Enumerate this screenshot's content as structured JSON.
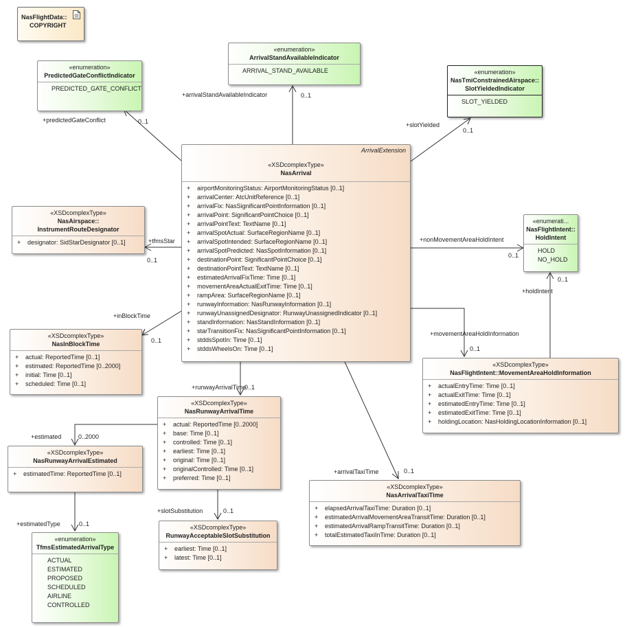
{
  "note": {
    "name": "NasFlightData::",
    "sub": "COPYRIGHT",
    "icon": "note-document-icon"
  },
  "classes": {
    "predicted_gate": {
      "stereotype": "«enumeration»",
      "name": "PredictedGateConflictIndicator",
      "literals": [
        "PREDICTED_GATE_CONFLICT"
      ]
    },
    "arrival_stand": {
      "stereotype": "«enumeration»",
      "name": "ArrivalStandAvailableIndicator",
      "literals": [
        "ARRIVAL_STAND_AVAILABLE"
      ]
    },
    "slot_yielded": {
      "stereotype": "«enumeration»",
      "name_line1": "NasTmiConstrainedAirspace::",
      "name_line2": "SlotYieldedIndicator",
      "literals": [
        "SLOT_YIELDED"
      ]
    },
    "nas_arrival": {
      "tag": "ArrivalExtension",
      "stereotype": "«XSDcomplexType»",
      "name": "NasArrival",
      "attributes": [
        "airportMonitoringStatus: AirportMonitoringStatus [0..1]",
        "arrivalCenter: AtcUnitReference [0..1]",
        "arrivalFix: NasSignificantPointInformation [0..1]",
        "arrivalPoint: SignificantPointChoice [0..1]",
        "arrivalPointText: TextName [0..1]",
        "arrivalSpotActual: SurfaceRegionName [0..1]",
        "arrivalSpotIntended: SurfaceRegionName [0..1]",
        "arrivalSpotPredicted: NasSpotInformation [0..1]",
        "destinationPoint: SignificantPointChoice [0..1]",
        "destinationPointText: TextName [0..1]",
        "estimatedArrivalFixTime: Time [0..1]",
        "movementAreaActualExitTime: Time [0..1]",
        "rampArea: SurfaceRegionName [0..1]",
        "runwayInformation: NasRunwayInformation [0..1]",
        "runwayUnassignedDesignator: RunwayUnassignedIndicator [0..1]",
        "standInformation: NasStandInformation [0..1]",
        "starTransitionFix: NasSignificantPointInformation [0..1]",
        "stddsSpotIn: Time [0..1]",
        "stddsWheelsOn: Time [0..1]"
      ]
    },
    "route_designator": {
      "stereotype": "«XSDcomplexType»",
      "name_line1": "NasAirspace::",
      "name_line2": "InstrumentRouteDesignator",
      "attributes": [
        "designator: SidStarDesignator [0..1]"
      ]
    },
    "hold_intent": {
      "stereotype": "«enumerati...",
      "name_line1": "NasFlightIntent::",
      "name_line2": "HoldIntent",
      "literals": [
        "HOLD",
        "NO_HOLD"
      ]
    },
    "in_block": {
      "stereotype": "«XSDcomplexType»",
      "name": "NasInBlockTime",
      "attributes": [
        "actual: ReportedTime [0..1]",
        "estimated: ReportedTime [0..2000]",
        "initial: Time [0..1]",
        "scheduled: Time [0..1]"
      ]
    },
    "movement_hold": {
      "stereotype": "«XSDcomplexType»",
      "name": "NasFlightIntent::MovementAreaHoldInformation",
      "attributes": [
        "actualEntryTime: Time [0..1]",
        "actualExitTime: Time [0..1]",
        "estimatedEntryTime: Time [0..1]",
        "estimatedExitTime: Time [0..1]",
        "holdingLocation: NasHoldingLocationInformation [0..1]"
      ]
    },
    "runway_arrival": {
      "stereotype": "«XSDcomplexType»",
      "name": "NasRunwayArrivalTime",
      "attributes": [
        "actual: ReportedTime [0..2000]",
        "base: Time [0..1]",
        "controlled: Time [0..1]",
        "earliest: Time [0..1]",
        "original: Time [0..1]",
        "originalControlled: Time [0..1]",
        "preferred: Time [0..1]"
      ]
    },
    "runway_estimated": {
      "stereotype": "«XSDcomplexType»",
      "name": "NasRunwayArrivalEstimated",
      "attributes": [
        "estimatedTime: ReportedTime [0..1]"
      ]
    },
    "arrival_taxi": {
      "stereotype": "«XSDcomplexType»",
      "name": "NasArrivalTaxiTime",
      "attributes": [
        "elapsedArrivalTaxiTime: Duration [0..1]",
        "estimatedArrivalMovementAreaTransitTime: Duration [0..1]",
        "estimatedArrivalRampTransitTime: Duration [0..1]",
        "totalEstimatedTaxiInTime: Duration [0..1]"
      ]
    },
    "slot_substitution": {
      "stereotype": "«XSDcomplexType»",
      "name": "RunwayAcceptableSlotSubstitution",
      "attributes": [
        "earliest: Time [0..1]",
        "latest: Time [0..1]"
      ]
    },
    "estimated_type": {
      "stereotype": "«enumeration»",
      "name": "TfmsEstimatedArrivalType",
      "literals": [
        "ACTUAL",
        "ESTIMATED",
        "PROPOSED",
        "SCHEDULED",
        "AIRLINE",
        "CONTROLLED"
      ]
    }
  },
  "visibility": "+",
  "connectors": {
    "predicted_gate_conflict": {
      "role": "+predictedGateConflict",
      "mult": "0..1"
    },
    "arrival_stand_available": {
      "role": "+arrivalStandAvailableIndicator",
      "mult": "0..1"
    },
    "slot_yielded": {
      "role": "+slotYielded",
      "mult": "0..1"
    },
    "tfms_star": {
      "role": "+tfmsStar",
      "mult": "0..1"
    },
    "non_movement_hold": {
      "role": "+nonMovementAreaHoldIntent",
      "mult": "0..1"
    },
    "hold_intent": {
      "role": "+holdIntent",
      "mult": "0..1"
    },
    "in_block_time": {
      "role": "+inBlockTime",
      "mult": "0..1"
    },
    "movement_hold_info": {
      "role": "+movementAreaHoldInformation",
      "mult": "0..1"
    },
    "runway_arrival_time": {
      "role": "+runwayArrivalTime",
      "mult": "0..1"
    },
    "estimated": {
      "role": "+estimated",
      "mult": "0..2000"
    },
    "arrival_taxi_time": {
      "role": "+arrivalTaxiTime",
      "mult": "0..1"
    },
    "slot_substitution": {
      "role": "+slotSubstitution",
      "mult": "0..1"
    },
    "estimated_type": {
      "role": "+estimatedType",
      "mult": "0..1"
    }
  }
}
